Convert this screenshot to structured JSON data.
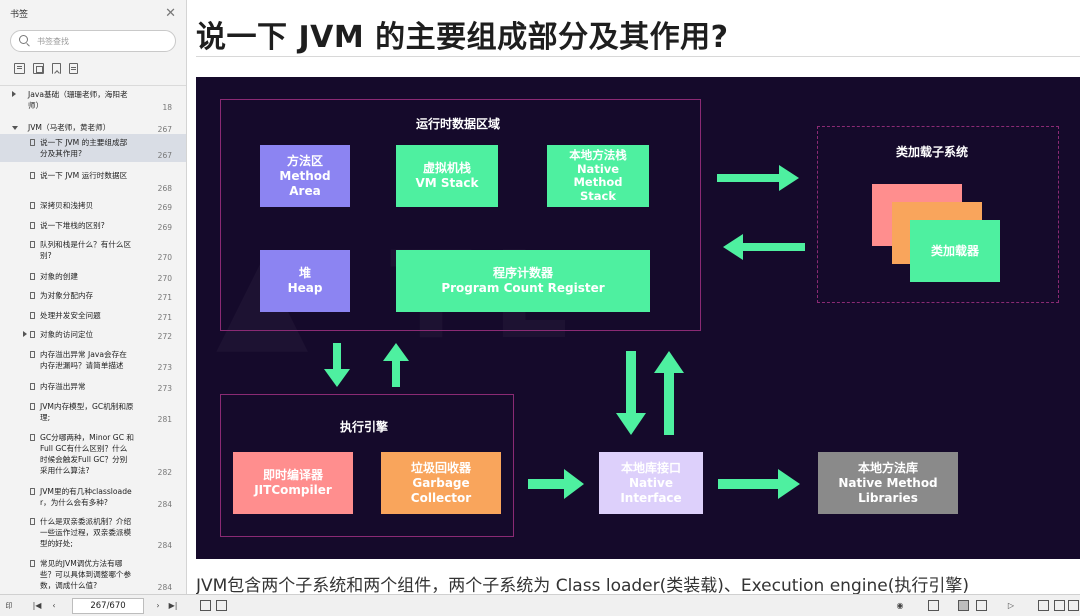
{
  "sidebar": {
    "title": "书签",
    "search_placeholder": "书签查找",
    "bookmarks": [
      {
        "text": "Java基础（珊珊老师，海阳老师）",
        "page": "18",
        "type": "arrow-closed"
      },
      {
        "text": "JVM（马老师，黄老师）",
        "page": "267",
        "type": "arrow-open"
      },
      {
        "text": "说一下 JVM 的主要组成部分及其作用?",
        "page": "267",
        "type": "doc",
        "selected": true
      },
      {
        "text": "说一下 JVM 运行时数据区",
        "page": "268",
        "type": "doc"
      },
      {
        "text": "深拷贝和浅拷贝",
        "page": "269",
        "type": "doc"
      },
      {
        "text": "说一下堆栈的区别?",
        "page": "269",
        "type": "doc"
      },
      {
        "text": "队列和栈是什么？有什么区别?",
        "page": "270",
        "type": "doc"
      },
      {
        "text": "对象的创建",
        "page": "270",
        "type": "doc"
      },
      {
        "text": "为对象分配内存",
        "page": "271",
        "type": "doc"
      },
      {
        "text": "处理并发安全问题",
        "page": "271",
        "type": "doc"
      },
      {
        "text": "对象的访问定位",
        "page": "272",
        "type": "arrow-closed"
      },
      {
        "text": "内存溢出异常 Java会存在内存泄漏吗？请简单描述",
        "page": "273",
        "type": "doc"
      },
      {
        "text": "内存溢出异常",
        "page": "273",
        "type": "doc"
      },
      {
        "text": "JVM内存模型，GC机制和原理;",
        "page": "281",
        "type": "doc"
      },
      {
        "text": "GC分哪两种，Minor GC 和Full GC有什么区别？什么时候会触发Full GC？分别采用什么算法?",
        "page": "282",
        "type": "doc"
      },
      {
        "text": "JVM里的有几种classloader，为什么会有多种?",
        "page": "284",
        "type": "doc"
      },
      {
        "text": "什么是双亲委派机制？介绍一些运作过程，双亲委派模型的好处;",
        "page": "284",
        "type": "doc"
      },
      {
        "text": "常见的JVM调优方法有哪些？可以具体到调整哪个参数，调成什么值?",
        "page": "284",
        "type": "doc"
      }
    ]
  },
  "bottombar": {
    "page_indicator": "267/670"
  },
  "content": {
    "heading": "说一下 JVM 的主要组成部分及其作用?",
    "bottom_text": "JVM包含两个子系统和两个组件，两个子系统为 Class loader(类装载)、Execution engine(执行引擎)"
  },
  "diagram": {
    "runtime_area": {
      "title": "运行时数据区域",
      "method_area": [
        "方法区",
        "Method",
        "Area"
      ],
      "vm_stack": [
        "虚拟机栈",
        "VM Stack"
      ],
      "native_stack": [
        "本地方法栈",
        "Native",
        "Method",
        "Stack"
      ],
      "heap": [
        "堆",
        "Heap"
      ],
      "pc_register": [
        "程序计数器",
        "Program Count Register"
      ]
    },
    "class_loader": {
      "title": "类加载子系统",
      "loader_label": "类加载器"
    },
    "exec_engine": {
      "title": "执行引擎",
      "jit": [
        "即时编译器",
        "JITCompiler"
      ],
      "gc": [
        "垃圾回收器",
        "Garbage",
        "Collector"
      ]
    },
    "native_interface": [
      "本地库接口",
      "Native",
      "Interface"
    ],
    "native_libs": [
      "本地方法库",
      "Native Method",
      "Libraries"
    ],
    "colors": {
      "background": "#150a2b",
      "region_border": "#8a2a74",
      "purple_box": "#8c84f2",
      "green_box": "#4ef0a0",
      "green_arrow": "#4ef0a0",
      "salmon_box": "#ff8e8e",
      "orange_box": "#f9a55c",
      "lavender_box": "#ddd0fb",
      "gray_box": "#8a8a8a"
    }
  }
}
